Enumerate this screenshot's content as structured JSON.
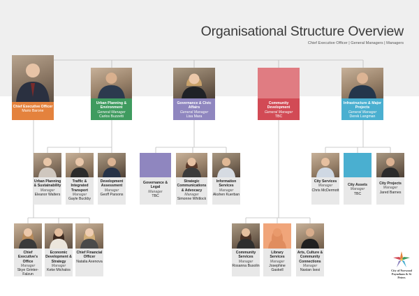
{
  "header": {
    "title": "Organisational Structure Overview",
    "subtitle": "Chief Executive Officer | General Managers | Managers"
  },
  "executives": {
    "ceo": {
      "title": "Chief Executive Officer",
      "name": "Mario Barone",
      "color": "#e4823d"
    },
    "urban": {
      "title": "Urban Planning & Environment",
      "role": "General Manager",
      "name": "Carlos Buzzetti",
      "color": "#3f9b5f"
    },
    "governance": {
      "title": "Governance & Civic Affairs",
      "role": "General Manager",
      "name": "Lisa Mara",
      "color": "#8f86bf"
    },
    "community": {
      "title": "Community Development",
      "role": "General Manager",
      "name": "TBC",
      "color": "#d24a55",
      "placeholder_color": "#e07c82"
    },
    "infrastructure": {
      "title": "Infrastructure & Major Projects",
      "role": "General Manager",
      "name": "Derek Langman",
      "color": "#4aafd0"
    }
  },
  "managers": {
    "urban_team": [
      {
        "title": "Urban Planning & Sustainability",
        "role": "Manager",
        "name": "Eleanor Walters"
      },
      {
        "title": "Traffic & Integrated Transport",
        "role": "Manager",
        "name": "Gayle Buckby"
      },
      {
        "title": "Development Assessment",
        "role": "Manager",
        "name": "Geoff Parsons"
      }
    ],
    "governance_team": [
      {
        "title": "Governance & Legal",
        "role": "Manager",
        "name": "TBC",
        "placeholder_color": "#8f86bf"
      },
      {
        "title": "Strategic Communications & Advocacy",
        "role": "Manager",
        "name": "Simonne Whitlock"
      },
      {
        "title": "Information Services",
        "role": "Manager",
        "name": "Akshen Kuerban"
      }
    ],
    "infrastructure_team": [
      {
        "title": "City Services",
        "role": "Manager",
        "name": "Chris McDermott"
      },
      {
        "title": "City Assets",
        "role": "Manager",
        "name": "TBC",
        "placeholder_color": "#4aafd0"
      },
      {
        "title": "City Projects",
        "role": "Manager",
        "name": "Jared Barnes"
      }
    ],
    "ceo_team": [
      {
        "title": "Chief Executive's Office",
        "role": "Manager",
        "name": "Skye Grinter-Falzun"
      },
      {
        "title": "Economic Development & Strategy",
        "role": "Manager",
        "name": "Keke Michalos"
      },
      {
        "title": "Chief Financial Officer",
        "name": "Natalia Axenova"
      }
    ],
    "community_team": [
      {
        "title": "Community Services",
        "role": "Manager",
        "name": "Rosanna Busolin"
      },
      {
        "title": "Library Services",
        "role": "Manager",
        "name": "Josephine Gaskell",
        "placeholder_color": "#f0a57a"
      },
      {
        "title": "Arts, Culture & Community Connections",
        "role": "Manager",
        "name": "Naxian Isesi"
      }
    ]
  },
  "logo": {
    "text": "City of Norwood Payneham & St Peters",
    "colors": [
      "#e4823d",
      "#3f9b5f",
      "#8f86bf",
      "#d24a55",
      "#4aafd0",
      "#f2c14e"
    ]
  }
}
